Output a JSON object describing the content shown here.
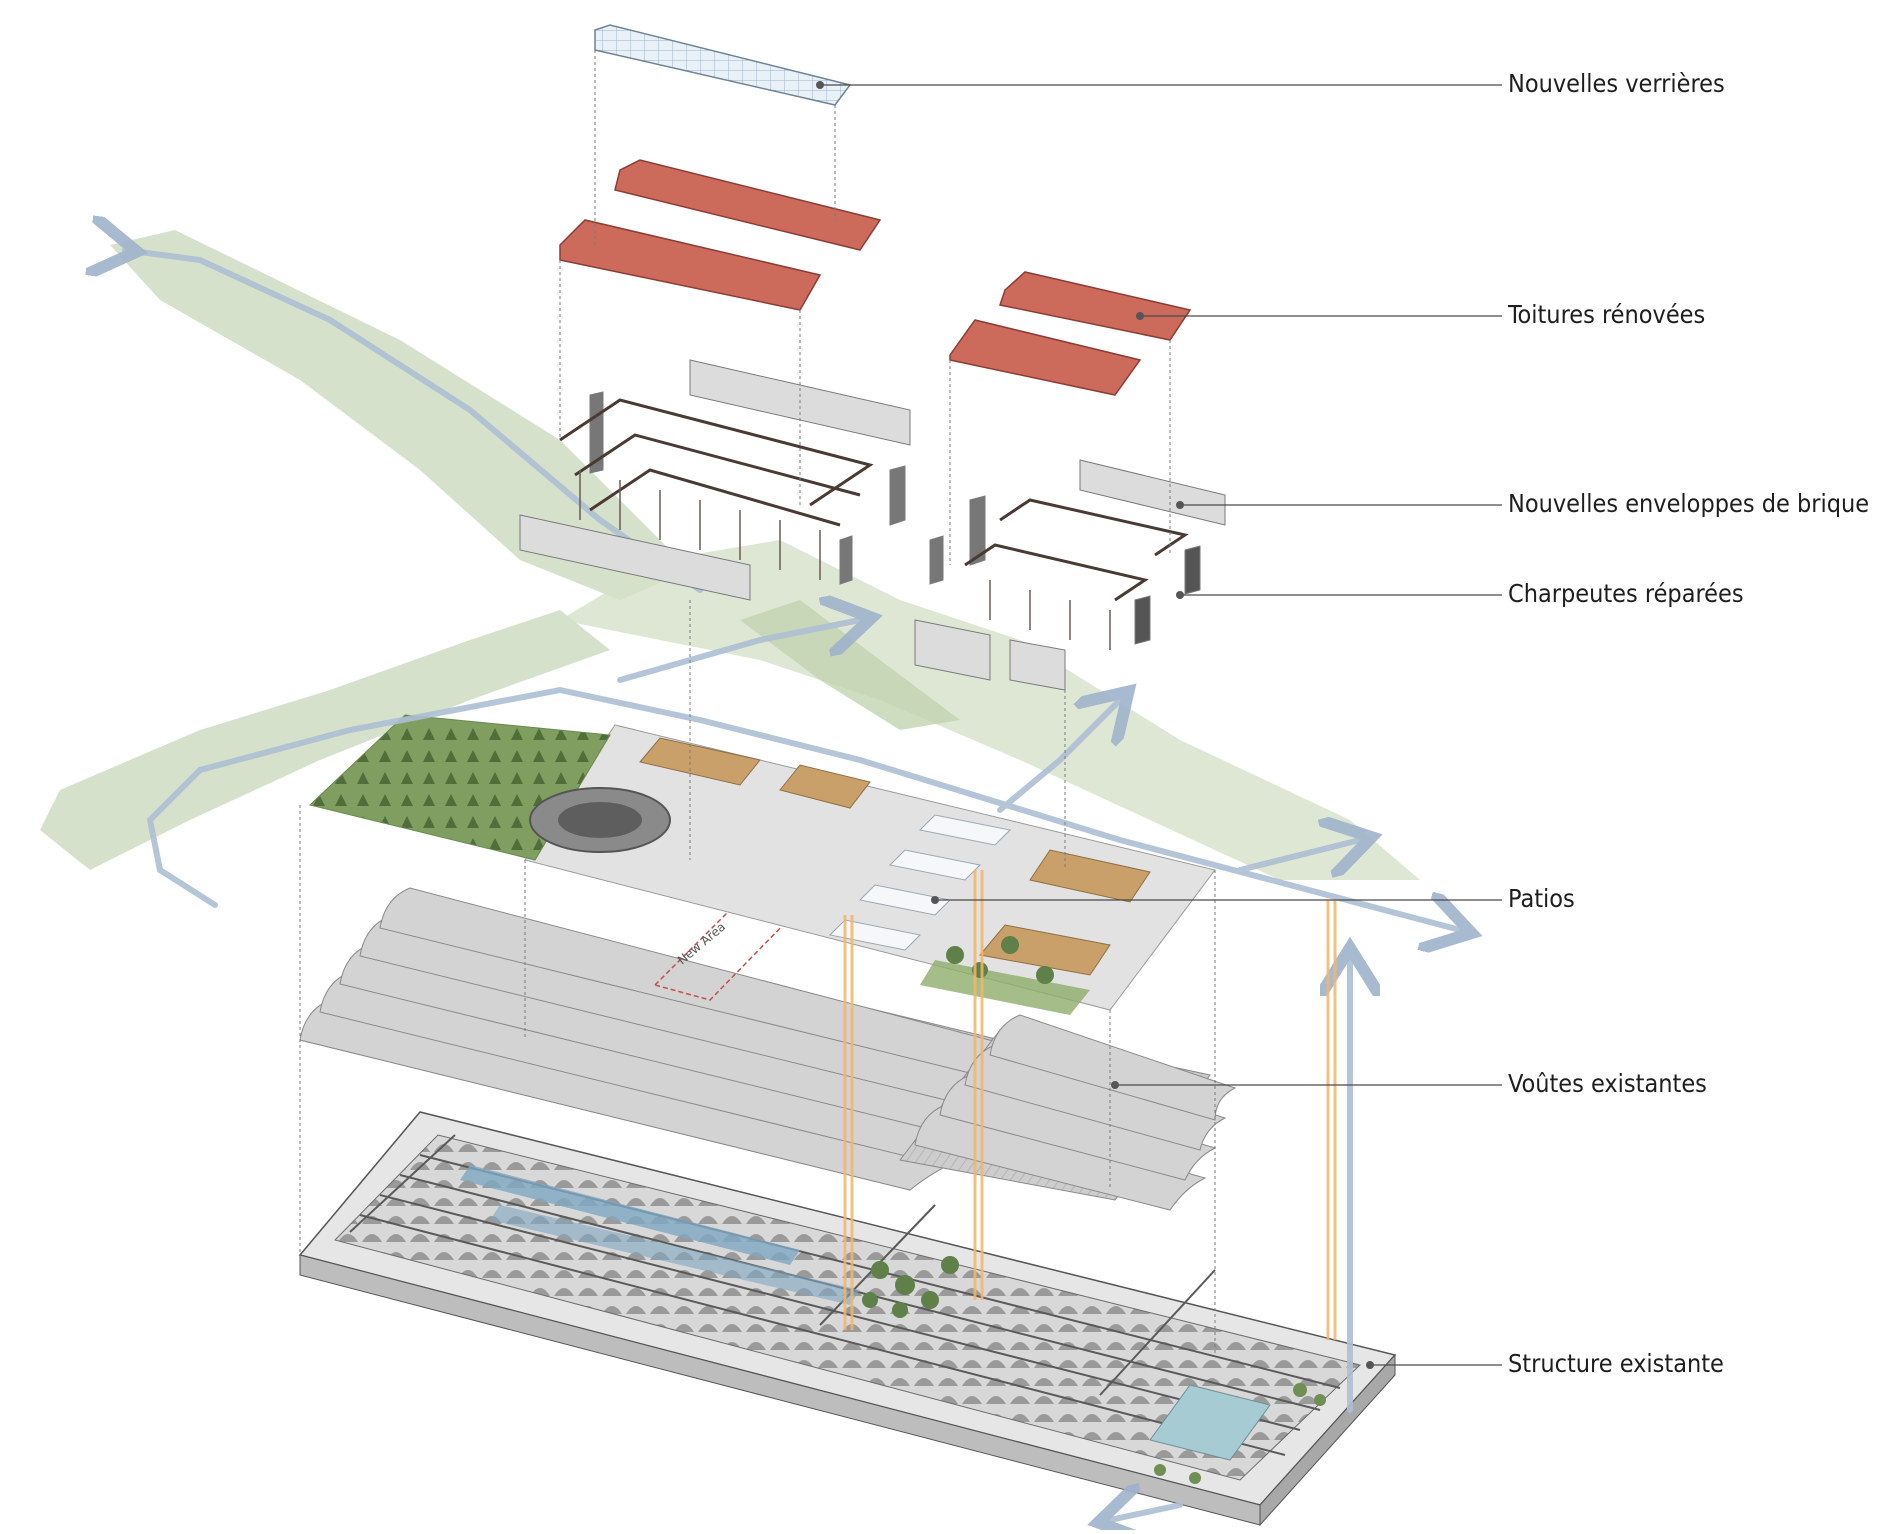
{
  "labels": [
    {
      "id": "verrieres",
      "text": "Nouvelles verrières"
    },
    {
      "id": "toitures",
      "text": "Toitures rénovées"
    },
    {
      "id": "enveloppes",
      "text": "Nouvelles enveloppes de brique"
    },
    {
      "id": "charpentes",
      "text": "Charpeutes réparées"
    },
    {
      "id": "patios",
      "text": "Patios"
    },
    {
      "id": "voutes",
      "text": "Voûtes existantes"
    },
    {
      "id": "structure",
      "text": "Structure existante"
    }
  ],
  "annotations": {
    "new_area": "New Area"
  },
  "colors": {
    "roof": "#cc6a5c",
    "roof_edge": "#8f3b33",
    "vault": "#cfcfcf",
    "greenery": "#c9d8b9",
    "trees": "#6f8f54",
    "path_arrow": "#aebfd4",
    "wood_floor": "#c9a06a",
    "pool": "#9fc7cf",
    "orange_column": "#f2b66b",
    "leader_line": "#4a4a4a"
  }
}
